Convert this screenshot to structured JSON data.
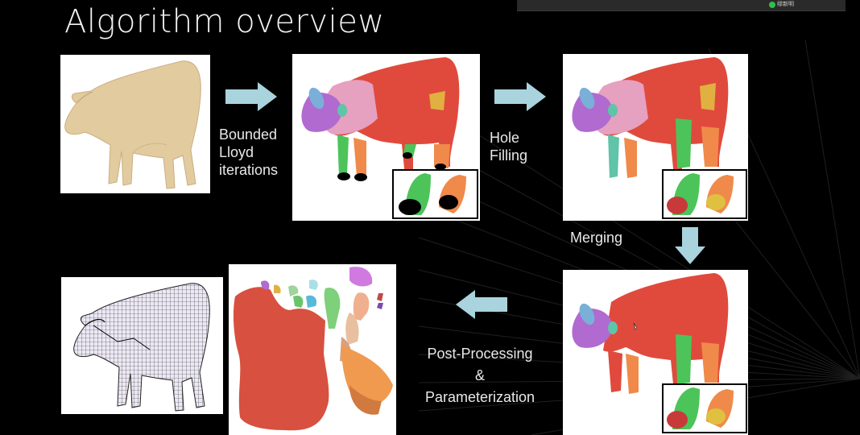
{
  "slide": {
    "title": "Algorithm overview"
  },
  "meeting": {
    "participant": "缪新明"
  },
  "steps": {
    "lloyd": [
      "Bounded",
      "Lloyd",
      "iterations"
    ],
    "hole": [
      "Hole",
      "Filling"
    ],
    "merge": "Merging",
    "post": [
      "Post-Processing",
      "&",
      "Parameterization"
    ]
  },
  "colors": {
    "arrow": "#a9d3dd",
    "cow_base": "#e3cba0",
    "red": "#e04a3c",
    "purple": "#b06ad0",
    "green": "#4cc45a",
    "teal": "#5fc4a8",
    "orange": "#f08a4a",
    "yellow": "#e0b040",
    "pink": "#e6a0c0"
  }
}
